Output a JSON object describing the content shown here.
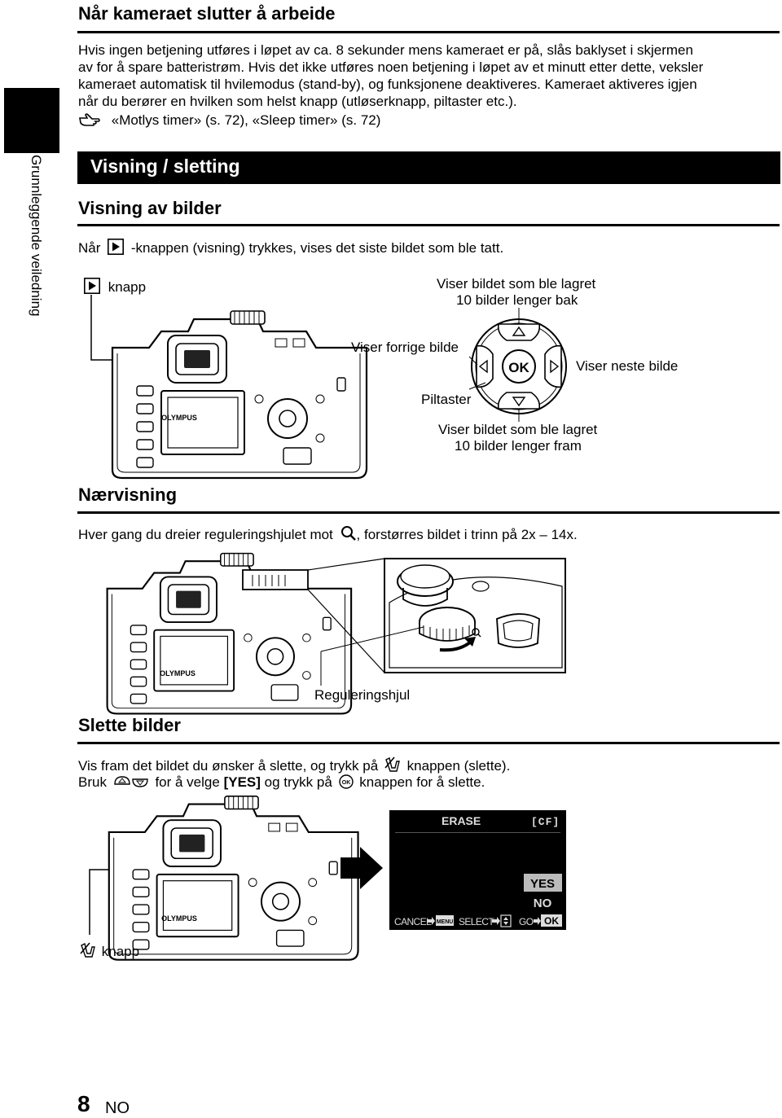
{
  "section1": {
    "title": "Når kameraet slutter å arbeide",
    "lines": [
      "Hvis ingen betjening utføres i løpet av ca. 8 sekunder mens kameraet er på, slås baklyset i skjermen",
      "av for å spare batteristrøm. Hvis det ikke utføres noen betjening i løpet av et minutt etter dette, veksler",
      "kameraet automatisk til hvilemodus (stand-by), og funksjonene deaktiveres. Kameraet aktiveres igjen",
      "når du berører en hvilken som helst knapp (utløserknapp, piltaster etc.)."
    ],
    "ref": "«Motlys timer» (s. 72), «Sleep timer» (s. 72)"
  },
  "side_tab": "Grunnleggende veiledning",
  "banner": "Visning / sletting",
  "viewing": {
    "title": "Visning av bilder",
    "intro_pre": "Når",
    "intro_post": "-knappen (visning) trykkes, vises det siste bildet som ble tatt.",
    "play_label": "knapp",
    "up_label_1": "Viser bildet som ble lagret",
    "up_label_2": "10 bilder lenger bak",
    "left_label": "Viser forrige bilde",
    "right_label": "Viser neste bilde",
    "keys_label": "Piltaster",
    "down_label_1": "Viser bildet som ble lagret",
    "down_label_2": "10 bilder lenger fram",
    "ok_text": "OK",
    "brand": "OLYMPUS"
  },
  "closeup": {
    "title": "Nærvisning",
    "text_pre": "Hver gang du dreier reguleringshjulet mot",
    "text_post": ", forstørres bildet i trinn på 2x – 14x.",
    "dial_label": "Reguleringshjul"
  },
  "delete": {
    "title": "Slette bilder",
    "line1_pre": "Vis fram det bildet du ønsker å slette, og trykk på",
    "line1_post": "knappen (slette).",
    "line2_pre": "Bruk",
    "line2_mid": "for å velge",
    "line2_yes": "[YES]",
    "line2_mid2": "og trykk på",
    "line2_post": "knappen for å slette.",
    "erase_label": "knapp",
    "screen": {
      "title": "ERASE",
      "card": "[CF]",
      "yes": "YES",
      "no": "NO",
      "cancel": "CANCEL",
      "menu": "MENU",
      "select": "SELECT",
      "go": "GO",
      "ok": "OK"
    }
  },
  "footer": {
    "page": "8",
    "lang": "NO"
  }
}
